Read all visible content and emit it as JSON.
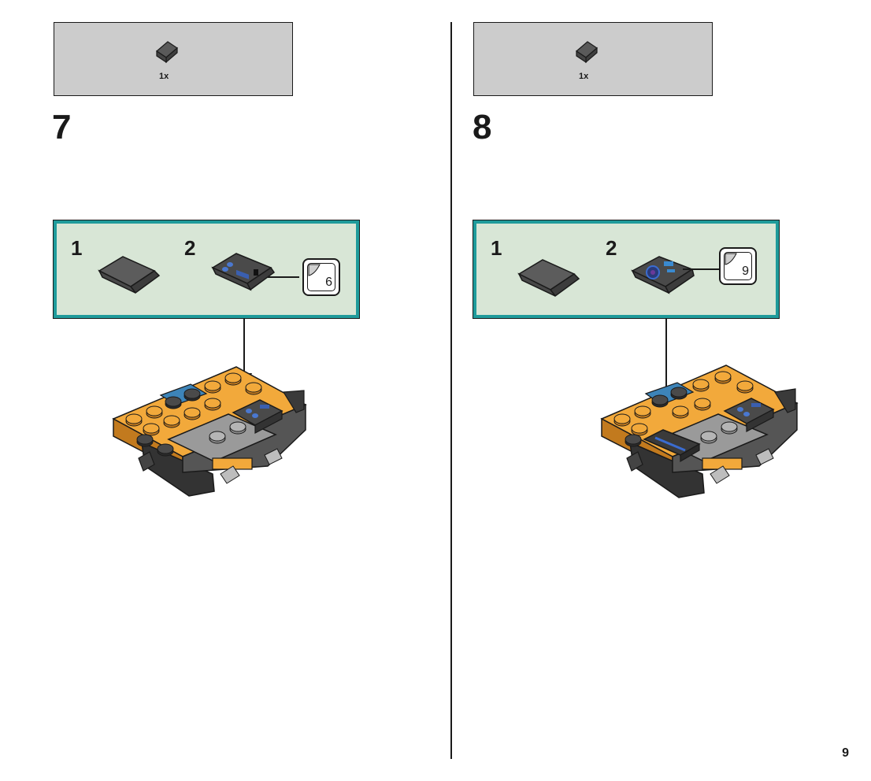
{
  "page": {
    "number": "9"
  },
  "steps": [
    {
      "number": "7",
      "parts": {
        "quantity": "1x"
      },
      "callout": {
        "sub1": "1",
        "sub2": "2",
        "sticker_number": "6"
      }
    },
    {
      "number": "8",
      "parts": {
        "quantity": "1x"
      },
      "callout": {
        "sub1": "1",
        "sub2": "2",
        "sticker_number": "9"
      }
    }
  ],
  "colors": {
    "callout_border": "#1f9b9b",
    "callout_bg": "#d8e6d6",
    "parts_bg": "#cccccc",
    "brick_orange": "#f2a93b",
    "brick_dark": "#555555",
    "brick_blue": "#3d84b8"
  }
}
